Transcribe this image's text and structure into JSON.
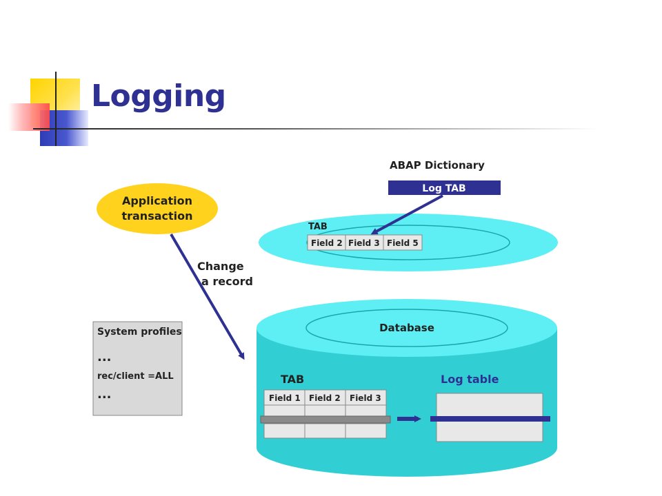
{
  "title": "Logging",
  "abap": {
    "title": "ABAP Dictionary",
    "bar_label": "Log TAB"
  },
  "top_table": {
    "label": "TAB",
    "fields": [
      "Field 2",
      "Field 3",
      "Field 5"
    ]
  },
  "application": {
    "line1": "Application",
    "line2": "transaction"
  },
  "arrow_label": {
    "line1": "Change",
    "line2": "a record"
  },
  "system_profiles": {
    "title": "System profiles",
    "dots1": "...",
    "param": "rec/client =ALL",
    "dots2": "..."
  },
  "database": {
    "label": "Database",
    "tab_label": "TAB",
    "fields": [
      "Field 1",
      "Field 2",
      "Field 3"
    ],
    "log_table_label": "Log table"
  },
  "colors": {
    "title": "#2e3192",
    "cyan": "#4ad8e0",
    "cyan_light": "#6ff0f5",
    "navy": "#2e3192",
    "ellipse": "#ffd21e"
  }
}
